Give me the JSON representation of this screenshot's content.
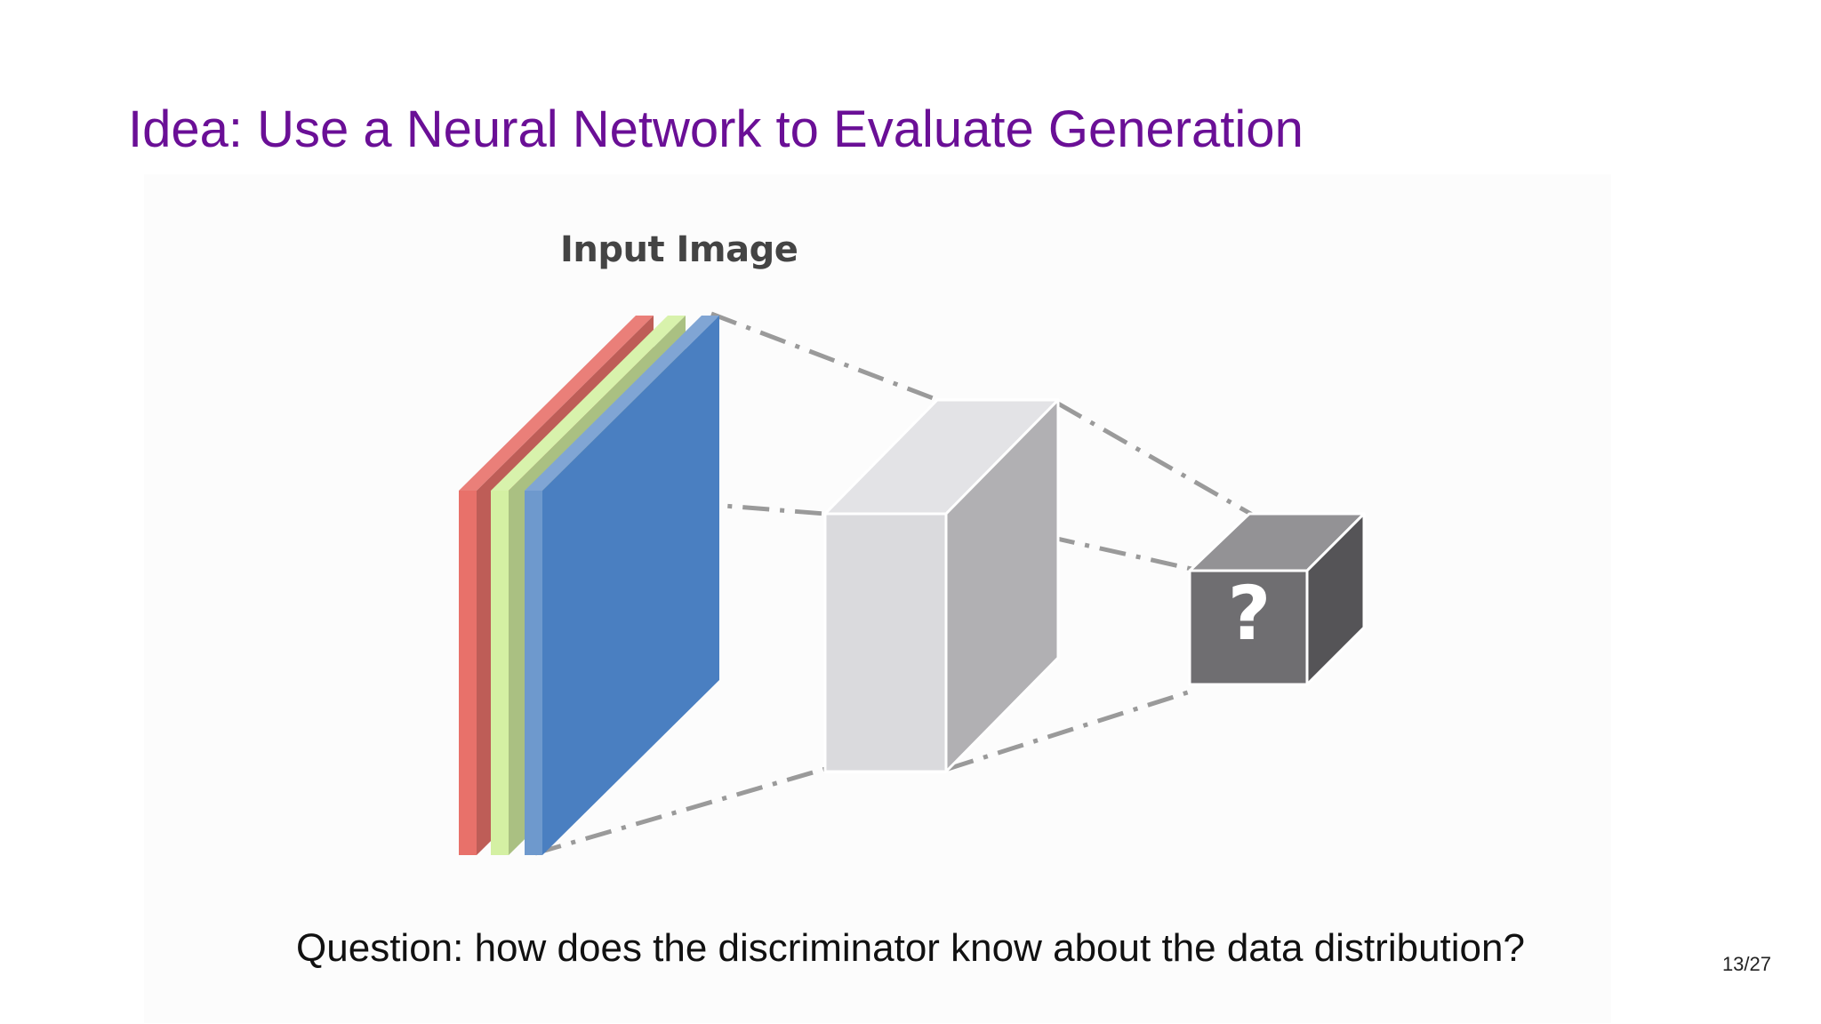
{
  "slide": {
    "title": "Idea: Use a Neural Network to Evaluate Generation",
    "question": "Question: how does the discriminator know about the data distribution?",
    "page_number": "13/27"
  },
  "diagram": {
    "input_label": "Input Image",
    "output_symbol": "?",
    "colors": {
      "red_channel": "#e8716a",
      "green_channel": "#d4f0a3",
      "blue_channel": "#4a7fc1",
      "feature_block_front": "#dadadd",
      "feature_block_side": "#b1b0b3",
      "output_cube_front": "#6f6e71",
      "output_cube_side": "#555457",
      "connector_line": "#9a9a9a"
    }
  }
}
